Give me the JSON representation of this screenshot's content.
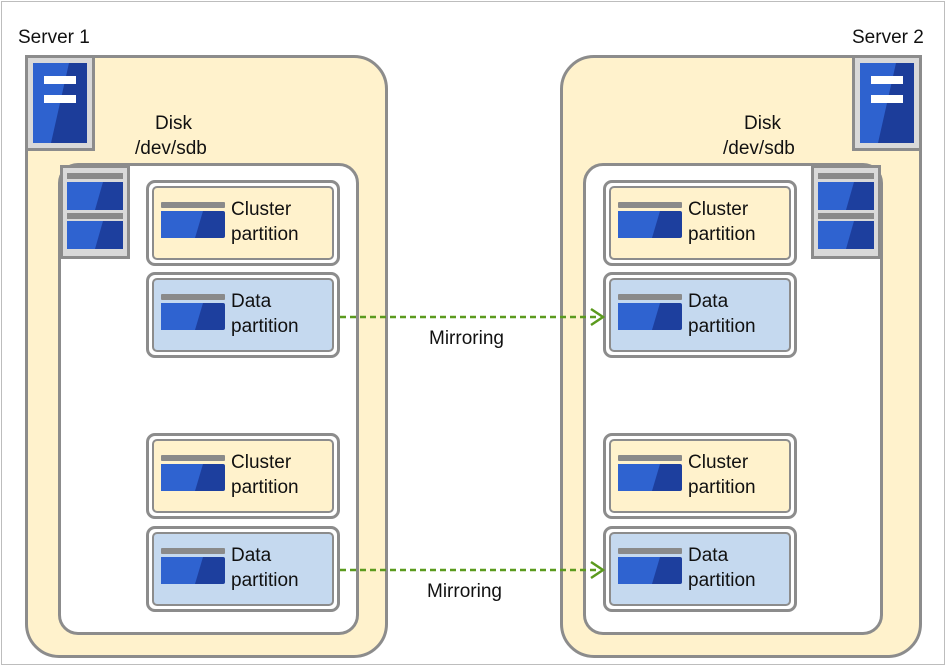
{
  "servers": [
    {
      "label": "Server 1",
      "disk_label": "Disk",
      "disk_path": "/dev/sdb"
    },
    {
      "label": "Server 2",
      "disk_label": "Disk",
      "disk_path": "/dev/sdb"
    }
  ],
  "partitions": {
    "cluster": "Cluster\npartition",
    "data": "Data\npartition"
  },
  "connections": [
    {
      "label": "Mirroring"
    },
    {
      "label": "Mirroring"
    }
  ],
  "colors": {
    "server_fill": "#fff2cc",
    "data_fill": "#c5d9ef",
    "border": "#8c8c8c",
    "arrow": "#5b9a1e",
    "icon_blue": "#1f4fb8"
  },
  "icons": [
    "server-icon",
    "disk-icon",
    "partition-icon"
  ]
}
